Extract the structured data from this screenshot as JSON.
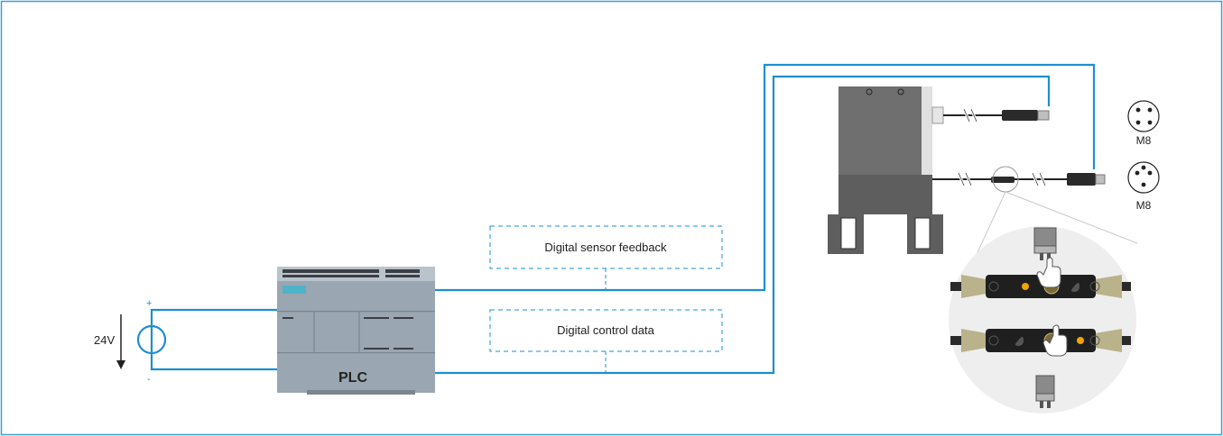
{
  "colors": {
    "frame": "#3aa0d5",
    "wire": "#1d8fd0",
    "device": "#6f6f6f",
    "plc_body": "#9aa6b1",
    "zoom_bg": "#eeeeee"
  },
  "source": {
    "voltage": "24V",
    "plus": "+",
    "minus": "-"
  },
  "plc": {
    "label": "PLC"
  },
  "signals": {
    "feedback": "Digital sensor feedback",
    "control": "Digital control data"
  },
  "connectors": [
    {
      "label": "M8"
    },
    {
      "label": "M8"
    }
  ],
  "icons": [
    "voltage-source-icon",
    "hand-pointer-icon",
    "m8-connector-icon",
    "arrow-down-icon"
  ]
}
